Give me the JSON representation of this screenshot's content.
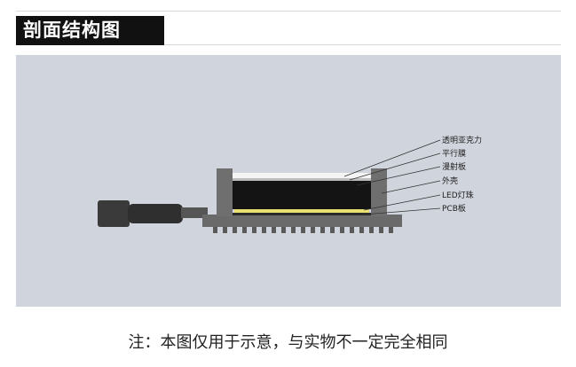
{
  "header": {
    "title": "剖面结构图"
  },
  "diagram": {
    "labels": [
      "透明亚克力",
      "平行膜",
      "漫射板",
      "外壳",
      "LED灯珠",
      "PCB板"
    ]
  },
  "footer": {
    "note": "注：本图仅用于示意，与实物不一定完全相同"
  }
}
